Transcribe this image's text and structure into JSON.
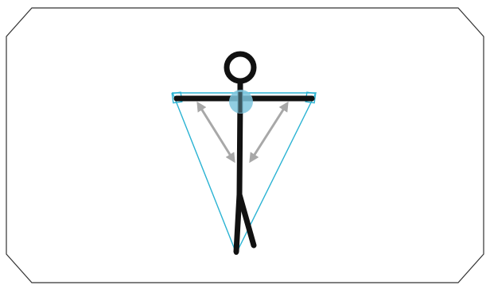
{
  "colors": {
    "background": "#ffffff",
    "frame_stroke": "#333333",
    "figure_stroke": "#111111",
    "triangle_stroke": "#2bb3d3",
    "shoulder_joint_fill": "#7ec6de",
    "arrow_color": "#a8a8a8"
  },
  "figure": {
    "pose": "arms-out-t-pose",
    "icon": "stick-figure-icon"
  },
  "annotations": {
    "triangle_shape": "inverted-triangle",
    "arrow_count": 2,
    "arrow_style": "double-headed"
  }
}
